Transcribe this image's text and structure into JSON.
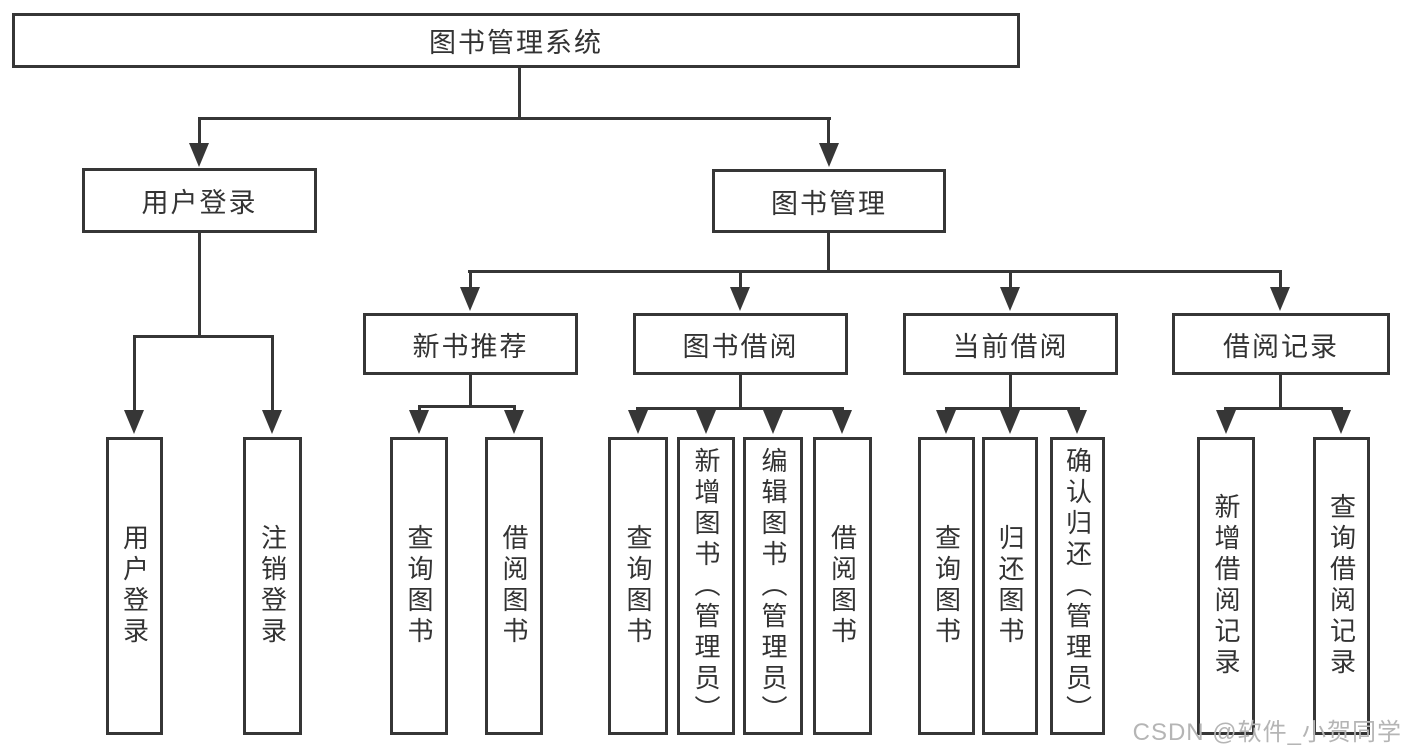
{
  "colors": {
    "line": "#363636",
    "text": "#333333",
    "watermark": "#b5b5b5",
    "background": "#ffffff"
  },
  "diagram": {
    "root": {
      "label": "图书管理系统"
    },
    "level2": [
      {
        "label": "用户登录"
      },
      {
        "label": "图书管理"
      }
    ],
    "level3": [
      {
        "label": "新书推荐",
        "parent": "图书管理"
      },
      {
        "label": "图书借阅",
        "parent": "图书管理"
      },
      {
        "label": "当前借阅",
        "parent": "图书管理"
      },
      {
        "label": "借阅记录",
        "parent": "图书管理"
      }
    ],
    "leaves": [
      {
        "label": "用户登录",
        "parent": "用户登录"
      },
      {
        "label": "注销登录",
        "parent": "用户登录"
      },
      {
        "label": "查询图书",
        "parent": "新书推荐"
      },
      {
        "label": "借阅图书",
        "parent": "新书推荐"
      },
      {
        "label": "查询图书",
        "parent": "图书借阅"
      },
      {
        "label": "新增图书（管理员）",
        "parent": "图书借阅"
      },
      {
        "label": "编辑图书（管理员）",
        "parent": "图书借阅"
      },
      {
        "label": "借阅图书",
        "parent": "图书借阅"
      },
      {
        "label": "查询图书",
        "parent": "当前借阅"
      },
      {
        "label": "归还图书",
        "parent": "当前借阅"
      },
      {
        "label": "确认归还（管理员）",
        "parent": "当前借阅"
      },
      {
        "label": "新增借阅记录",
        "parent": "借阅记录"
      },
      {
        "label": "查询借阅记录",
        "parent": "借阅记录"
      }
    ],
    "watermark": "CSDN @软件_小贺同学"
  }
}
